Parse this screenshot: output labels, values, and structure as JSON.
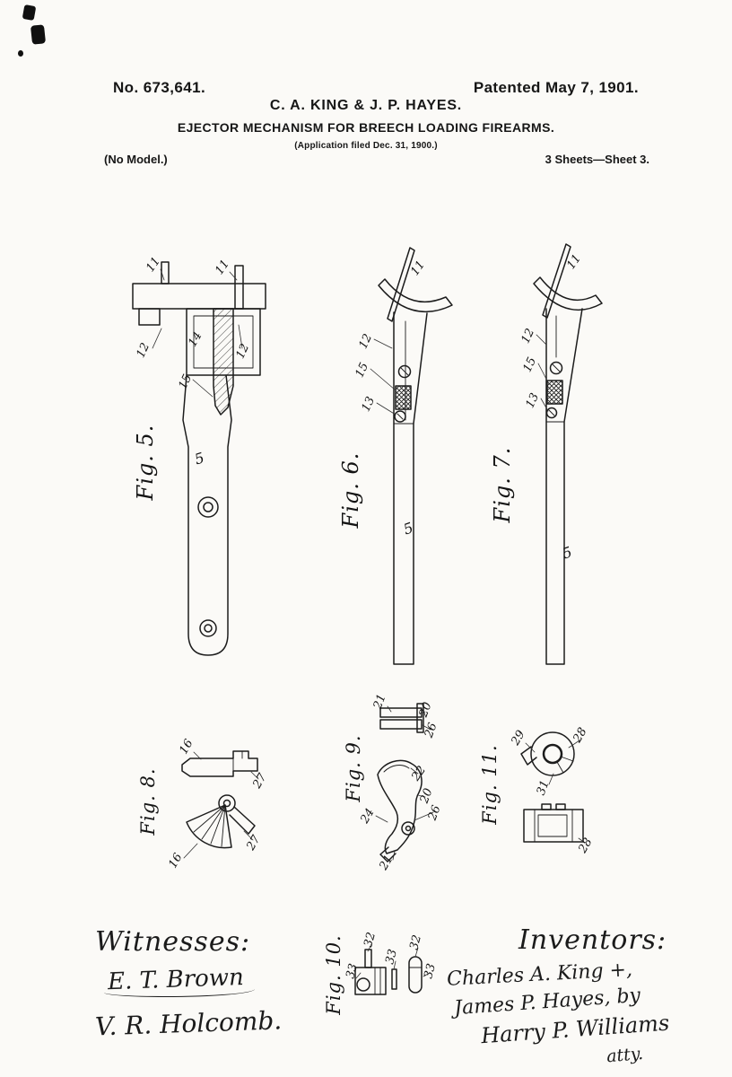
{
  "header": {
    "patent_number": "No. 673,641.",
    "patent_date": "Patented May 7, 1901.",
    "authors": "C. A. KING & J. P. HAYES.",
    "title": "EJECTOR MECHANISM FOR BREECH LOADING FIREARMS.",
    "application": "(Application filed Dec. 31, 1900.)",
    "model": "(No Model.)",
    "sheet": "3 Sheets—Sheet 3."
  },
  "figures": {
    "fig5": {
      "label": "Fig. 5.",
      "refs": {
        "r11a": "11",
        "r11b": "11",
        "r12a": "12",
        "r12b": "12",
        "r14": "14",
        "r15": "15",
        "r5": "5"
      }
    },
    "fig6": {
      "label": "Fig. 6.",
      "refs": {
        "r11": "11",
        "r12": "12",
        "r15": "15",
        "r13": "13",
        "r5": "5"
      }
    },
    "fig7": {
      "label": "Fig. 7.",
      "refs": {
        "r11": "11",
        "r12": "12",
        "r15": "15",
        "r13": "13",
        "r5": "5"
      }
    },
    "fig8": {
      "label": "Fig. 8.",
      "refs": {
        "r16a": "16",
        "r27a": "27",
        "r27b": "27",
        "r16b": "16"
      }
    },
    "fig9": {
      "label": "Fig. 9.",
      "refs": {
        "r21a": "21",
        "r20a": "20",
        "r26a": "26",
        "r22": "22",
        "r20b": "20",
        "r26b": "26",
        "r24": "24",
        "r21b": "21"
      }
    },
    "fig10": {
      "label": "Fig. 10.",
      "refs": {
        "r32a": "32",
        "r33a": "33",
        "r33b": "33",
        "r32b": "32",
        "r33c": "33"
      }
    },
    "fig11": {
      "label": "Fig. 11.",
      "refs": {
        "r29": "29",
        "r28a": "28",
        "r31": "31",
        "r28b": "28"
      }
    }
  },
  "signatures": {
    "witnesses_heading": "Witnesses:",
    "witness_1": "E. T. Brown",
    "witness_2": "V. R. Holcomb.",
    "inventors_heading": "Inventors:",
    "inventor_1": "Charles A. King +,",
    "inventor_2": "James P. Hayes, by",
    "attorney": "Harry P. Williams",
    "attorney_suffix": "atty."
  }
}
